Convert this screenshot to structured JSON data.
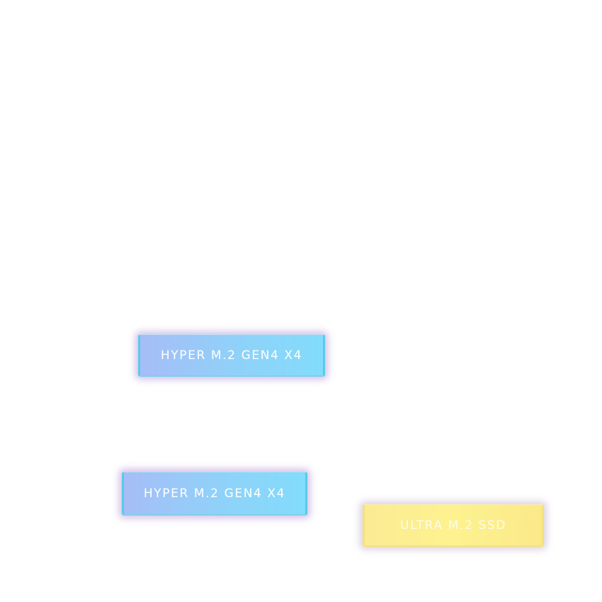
{
  "canvas": {
    "background": "#ffffff"
  },
  "cards": [
    {
      "label": "HYPER M.2 GEN4 X4",
      "color": "#8fd2f9"
    },
    {
      "label": "HYPER M.2 GEN4 X4",
      "color": "#8fd2f9"
    },
    {
      "label": "ULTRA M.2 SSD",
      "color": "#fdf28f"
    }
  ]
}
